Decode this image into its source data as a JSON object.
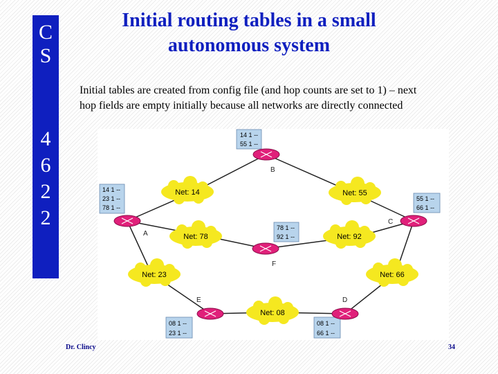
{
  "sidebar": {
    "letters_top": [
      "C",
      "S"
    ],
    "digits": [
      "4",
      "6",
      "2",
      "2"
    ]
  },
  "slide": {
    "title_line1": "Initial routing tables in a small",
    "title_line2": "autonomous system",
    "subtitle_line1": "Initial tables are created from config file (and hop counts are set to 1) – next",
    "subtitle_line2": "hop fields are empty initially because all networks are directly connected"
  },
  "figure": {
    "routers": [
      "A",
      "B",
      "C",
      "D",
      "E",
      "F"
    ],
    "networks": [
      "Net: 14",
      "Net: 55",
      "Net: 78",
      "Net: 92",
      "Net: 23",
      "Net: 66",
      "Net: 08"
    ],
    "tables": {
      "B": [
        [
          "14",
          "1",
          "--"
        ],
        [
          "55",
          "1",
          "--"
        ]
      ],
      "A": [
        [
          "14",
          "1",
          "--"
        ],
        [
          "23",
          "1",
          "--"
        ],
        [
          "78",
          "1",
          "--"
        ]
      ],
      "C": [
        [
          "55",
          "1",
          "--"
        ],
        [
          "66",
          "1",
          "--"
        ]
      ],
      "F": [
        [
          "78",
          "1",
          "--"
        ],
        [
          "92",
          "1",
          "--"
        ]
      ],
      "E": [
        [
          "08",
          "1",
          "--"
        ],
        [
          "23",
          "1",
          "--"
        ]
      ],
      "D": [
        [
          "08",
          "1",
          "--"
        ],
        [
          "66",
          "1",
          "--"
        ]
      ]
    }
  },
  "footer": {
    "author": "Dr. Clincy",
    "page": "34"
  },
  "colors": {
    "sidebar": "#0f1fbf",
    "title": "#0f1fbf",
    "router": "#e0207a",
    "cloud": "#f5e820",
    "table_bg": "#b8d4ec"
  }
}
